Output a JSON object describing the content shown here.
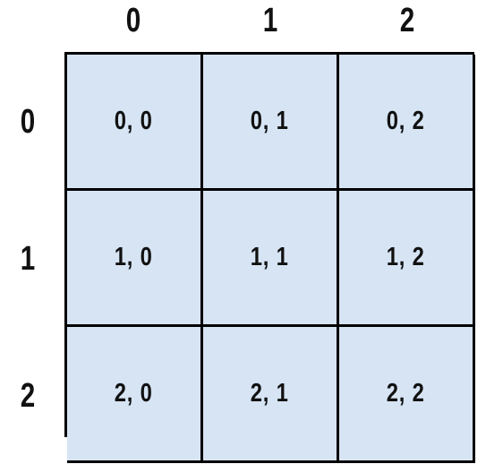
{
  "column_headers": [
    "0",
    "1",
    "2"
  ],
  "row_headers": [
    "0",
    "1",
    "2"
  ],
  "cells": [
    [
      "0, 0",
      "0, 1",
      "0, 2"
    ],
    [
      "1, 0",
      "1, 1",
      "1, 2"
    ],
    [
      "2, 0",
      "2, 1",
      "2, 2"
    ]
  ],
  "colors": {
    "cell_fill": "#d6e4f4",
    "grid_lines": "#000000",
    "text": "#111111"
  }
}
